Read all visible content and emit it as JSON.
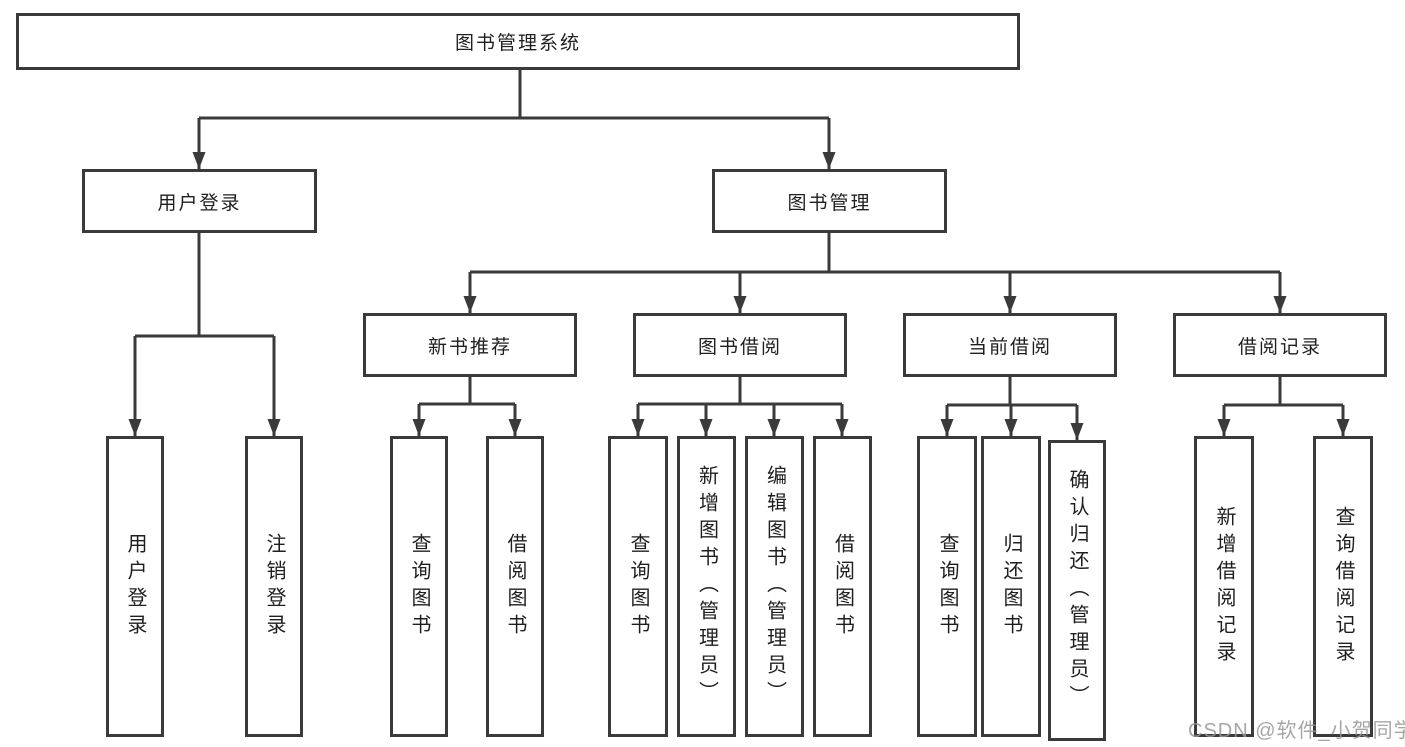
{
  "diagram": {
    "root": {
      "label": "图书管理系统"
    },
    "level2": [
      {
        "label": "用户登录"
      },
      {
        "label": "图书管理"
      }
    ],
    "level3": [
      {
        "label": "新书推荐"
      },
      {
        "label": "图书借阅"
      },
      {
        "label": "当前借阅"
      },
      {
        "label": "借阅记录"
      }
    ],
    "leaves": {
      "user_login": [
        {
          "label": "用户登录"
        },
        {
          "label": "注销登录"
        }
      ],
      "new_book": [
        {
          "label": "查询图书"
        },
        {
          "label": "借阅图书"
        }
      ],
      "book_borrow": [
        {
          "label": "查询图书"
        },
        {
          "label": "新增图书（管理员）"
        },
        {
          "label": "编辑图书（管理员）"
        },
        {
          "label": "借阅图书"
        }
      ],
      "current_borrow": [
        {
          "label": "查询图书"
        },
        {
          "label": "归还图书"
        },
        {
          "label": "确认归还（管理员）"
        }
      ],
      "borrow_record": [
        {
          "label": "新增借阅记录"
        },
        {
          "label": "查询借阅记录"
        }
      ]
    },
    "watermark": "CSDN @软件_小贺同学",
    "colors": {
      "line": "#3a3a3a",
      "text": "#1f1f1f",
      "watermark": "#969696",
      "background": "#ffffff"
    }
  }
}
